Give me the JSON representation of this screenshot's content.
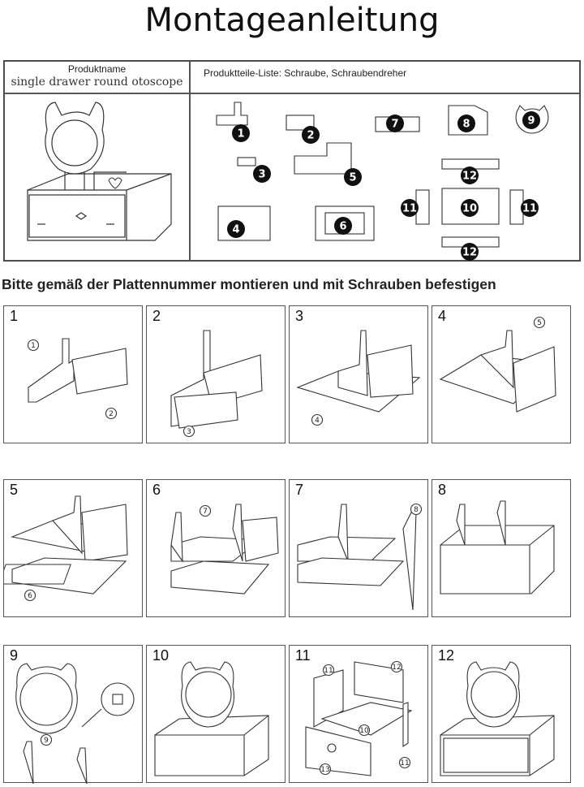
{
  "title": "Montageanleitung",
  "product": {
    "label": "Produktname",
    "value": "single drawer round otoscope"
  },
  "parts_list": "Produktteile-Liste: Schraube, Schraubendreher",
  "part_numbers": [
    "1",
    "2",
    "3",
    "4",
    "5",
    "6",
    "7",
    "8",
    "9",
    "10",
    "11",
    "11",
    "12",
    "12"
  ],
  "instruction": "Bitte gemäß der Plattennummer montieren und mit Schrauben befestigen",
  "steps": [
    {
      "num": "1",
      "callouts": [
        "1",
        "2"
      ]
    },
    {
      "num": "2",
      "callouts": [
        "3"
      ]
    },
    {
      "num": "3",
      "callouts": [
        "4"
      ]
    },
    {
      "num": "4",
      "callouts": [
        "5"
      ]
    },
    {
      "num": "5",
      "callouts": [
        "6"
      ]
    },
    {
      "num": "6",
      "callouts": [
        "7"
      ]
    },
    {
      "num": "7",
      "callouts": [
        "8"
      ]
    },
    {
      "num": "8",
      "callouts": []
    },
    {
      "num": "9",
      "callouts": [
        "9"
      ]
    },
    {
      "num": "10",
      "callouts": []
    },
    {
      "num": "11",
      "callouts": [
        "11",
        "12",
        "10",
        "11",
        "13"
      ]
    },
    {
      "num": "12",
      "callouts": []
    }
  ]
}
